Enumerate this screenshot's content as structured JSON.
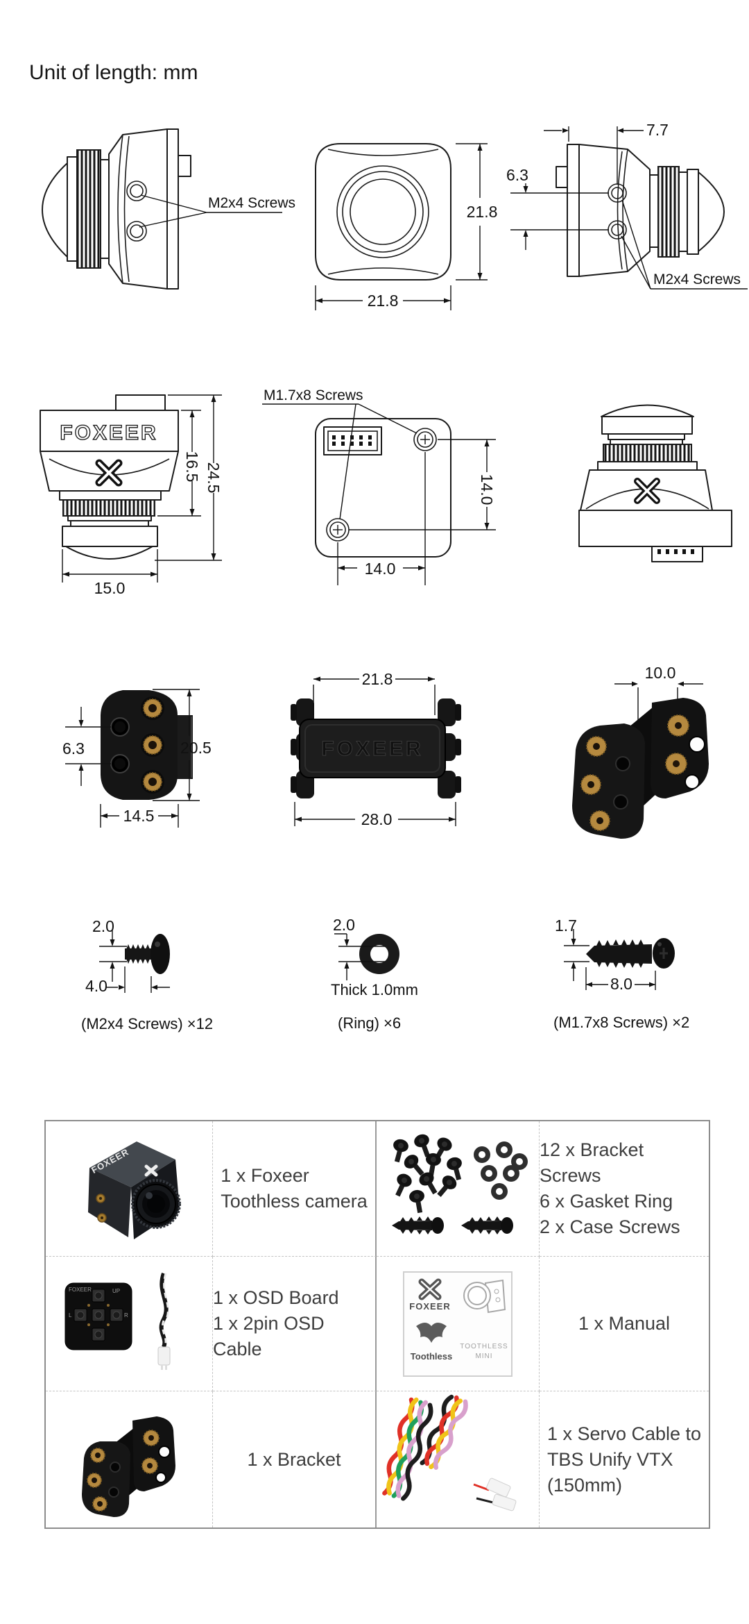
{
  "title": "Unit of length: mm",
  "diagrams": {
    "side_left": {
      "screw_label": "M2x4 Screws"
    },
    "front": {
      "height": "21.8",
      "width": "21.8"
    },
    "side_right": {
      "lens_offset": "7.7",
      "screw_spacing": "6.3",
      "screw_label": "M2x4 Screws"
    },
    "top_view": {
      "brand": "FOXEER",
      "body_height": "16.5",
      "total_height": "24.5",
      "lens_width": "15.0"
    },
    "back_view": {
      "screw_label": "M1.7x8 Screws",
      "vertical": "14.0",
      "horizontal": "14.0"
    },
    "bracket_side": {
      "hole_spacing": "6.3",
      "height": "20.5",
      "width": "14.5"
    },
    "bracket_front": {
      "brand": "FOXEER",
      "inner_width": "21.8",
      "outer_width": "28.0"
    },
    "bracket_iso": {
      "depth": "10.0"
    }
  },
  "hardware": {
    "m2x4": {
      "diameter": "2.0",
      "length": "4.0",
      "caption": "(M2x4 Screws) ×12"
    },
    "ring": {
      "diameter": "2.0",
      "thickness": "Thick 1.0mm",
      "caption": "(Ring) ×6"
    },
    "m17x8": {
      "diameter": "1.7",
      "length": "8.0",
      "caption": "(M1.7x8 Screws) ×2"
    }
  },
  "packing_list": {
    "rows": [
      {
        "item1": [
          "1 x Foxeer",
          "Toothless camera"
        ],
        "item2": [
          "12 x Bracket Screws",
          "6 x Gasket Ring",
          "2 x Case Screws"
        ]
      },
      {
        "item1": [
          "1 x OSD Board",
          "1 x 2pin OSD Cable"
        ],
        "item2": [
          "1 x Manual"
        ]
      },
      {
        "item1": [
          "1 x Bracket"
        ],
        "item2": [
          "1 x Servo Cable to",
          "TBS Unify VTX",
          "(150mm)"
        ]
      }
    ],
    "camera_photo": {
      "brand": "FOXEER"
    },
    "osd_board": {
      "brand": "FOXEER",
      "up": "UP",
      "left": "L",
      "right": "R"
    },
    "manual": {
      "brand": "FOXEER",
      "product_line1": "TOOTHLESS",
      "product_line2": "MINI",
      "logo_label": "Toothless"
    }
  }
}
